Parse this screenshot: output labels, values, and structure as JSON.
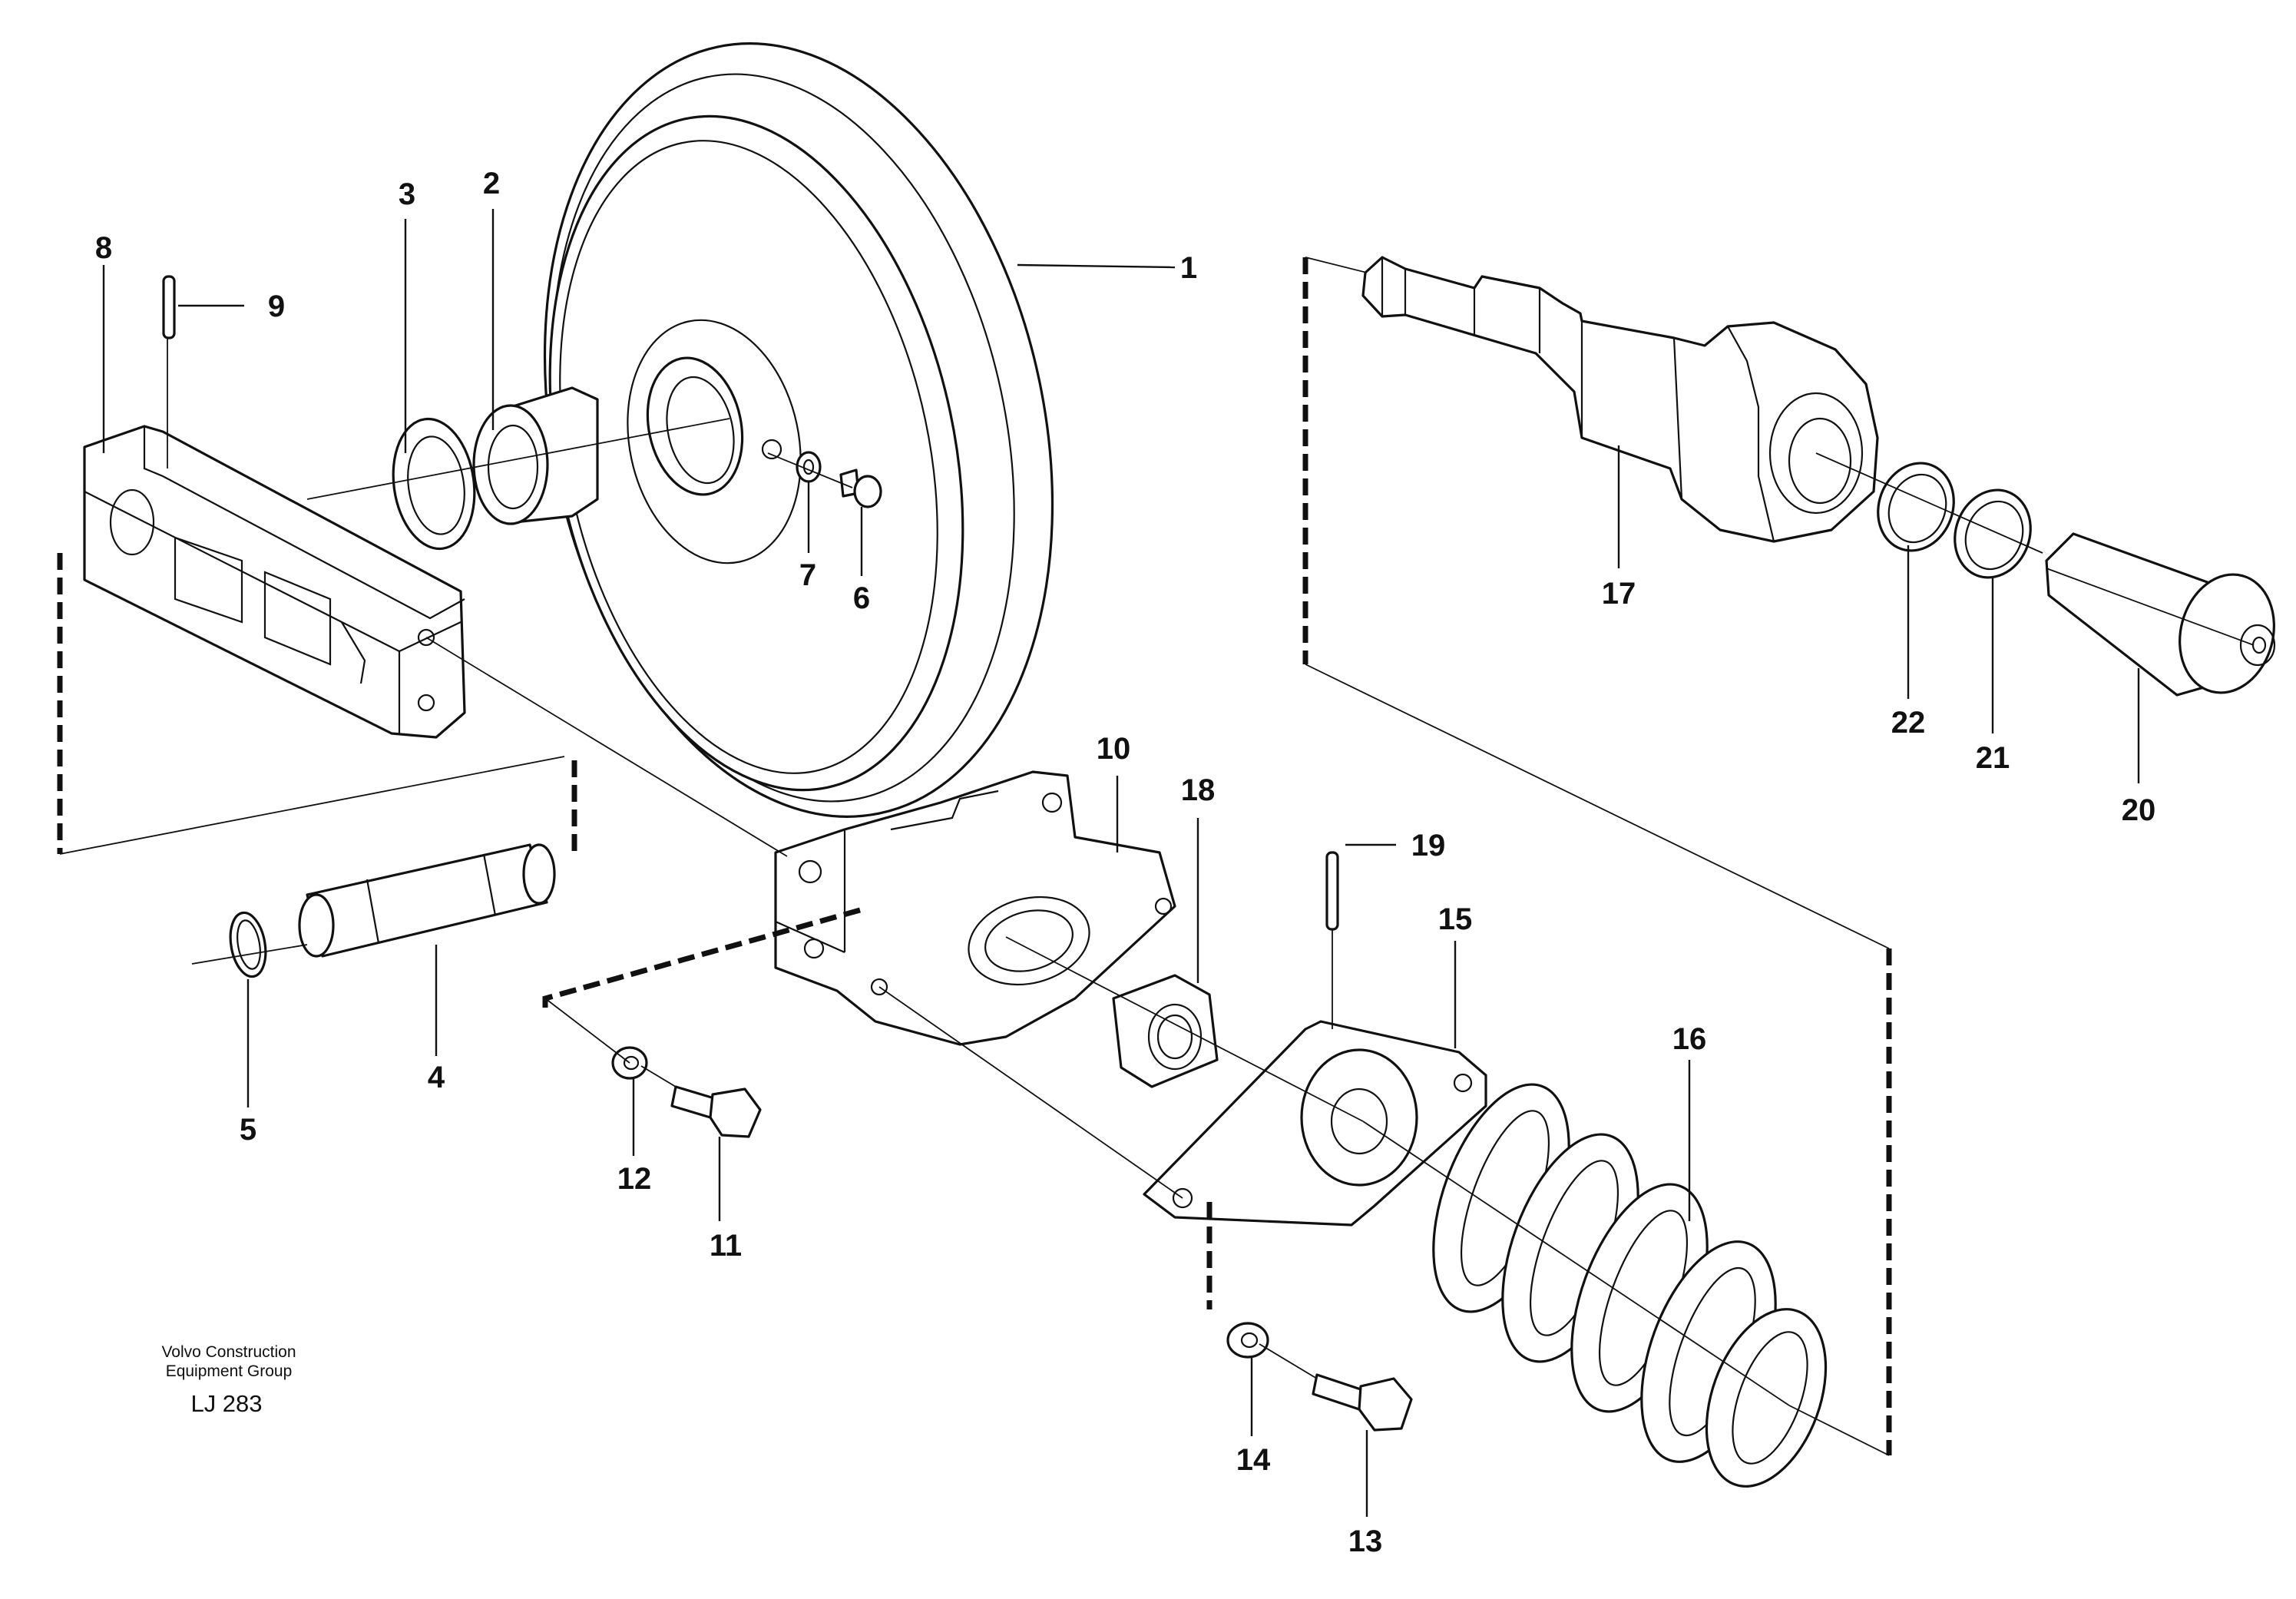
{
  "callouts": {
    "c1": "1",
    "c2": "2",
    "c3": "3",
    "c4": "4",
    "c5": "5",
    "c6": "6",
    "c7": "7",
    "c8": "8",
    "c9": "9",
    "c10": "10",
    "c11": "11",
    "c12": "12",
    "c13": "13",
    "c14": "14",
    "c15": "15",
    "c16": "16",
    "c17": "17",
    "c18": "18",
    "c19": "19",
    "c20": "20",
    "c21": "21",
    "c22": "22"
  },
  "credit": {
    "line1": "Volvo Construction",
    "line2": "Equipment Group",
    "drawing_code": "LJ 283"
  }
}
